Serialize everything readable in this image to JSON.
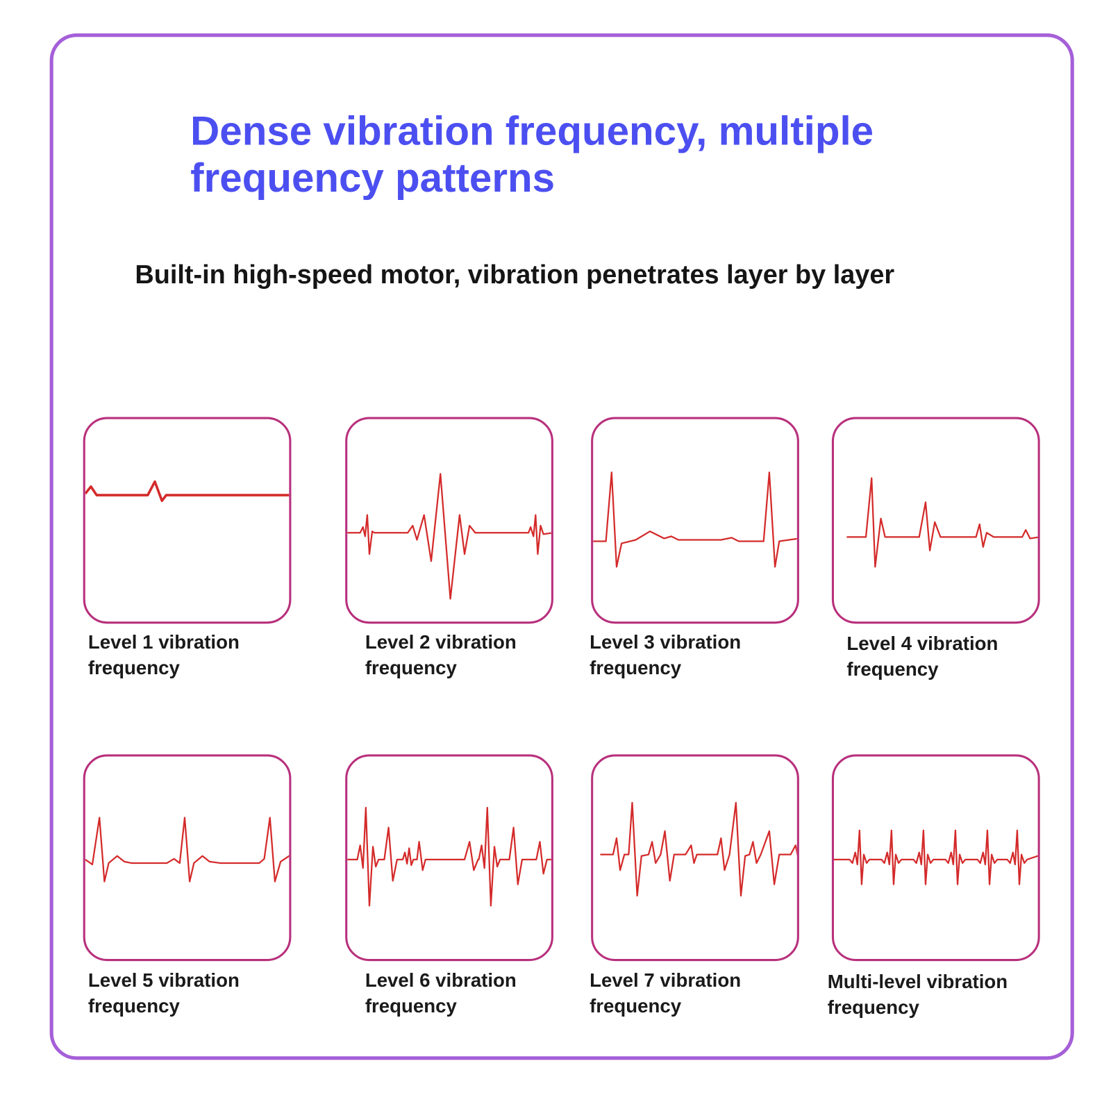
{
  "title": "Dense vibration frequency, multiple frequency patterns",
  "subtitle": "Built-in high-speed motor, vibration penetrates layer by layer",
  "colors": {
    "frame": "#a55fd8",
    "title": "#4c4ff0",
    "card_border": "#b8307c",
    "waveform": "#d42a2a"
  },
  "patterns": [
    {
      "line1": "Level 1 vibration",
      "line2": "frequency",
      "icon": "waveform-level-1"
    },
    {
      "line1": "Level 2 vibration",
      "line2": "frequency",
      "icon": "waveform-level-2"
    },
    {
      "line1": "Level 3 vibration",
      "line2": "frequency",
      "icon": "waveform-level-3"
    },
    {
      "line1": "Level 4 vibration",
      "line2": "frequency",
      "icon": "waveform-level-4"
    },
    {
      "line1": "Level 5 vibration",
      "line2": "frequency",
      "icon": "waveform-level-5"
    },
    {
      "line1": "Level 6 vibration",
      "line2": "frequency",
      "icon": "waveform-level-6"
    },
    {
      "line1": "Level 7 vibration",
      "line2": "frequency",
      "icon": "waveform-level-7"
    },
    {
      "line1": "Multi-level vibration",
      "line2": "frequency",
      "icon": "waveform-multi-level"
    }
  ]
}
